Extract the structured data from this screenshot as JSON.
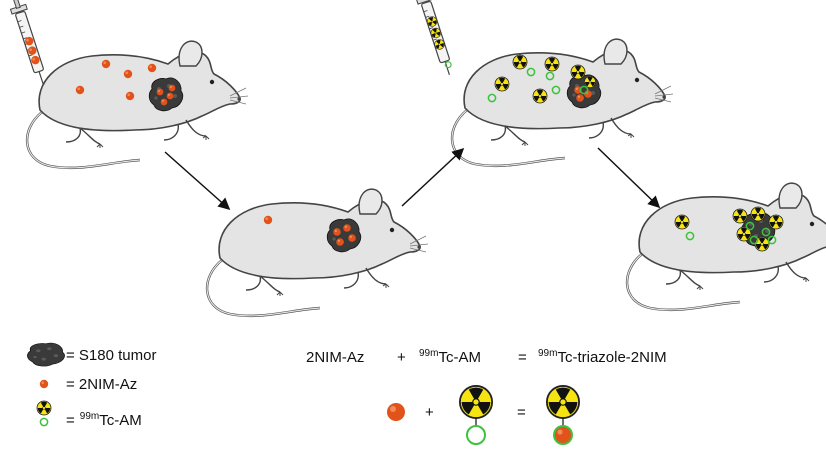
{
  "legend": {
    "tumor": "= S180 tumor",
    "probe": "= 2NIM-Az",
    "tracer_prefix": "=",
    "tracer_sup": "99m",
    "tracer_suffix": "Tc-AM"
  },
  "reaction": {
    "reactant1": "2NIM-Az",
    "plus": "+",
    "reactant2_sup": "99m",
    "reactant2": "Tc-AM",
    "equals": "=",
    "product_sup": "99m",
    "product": "Tc-triazole-2NIM"
  },
  "icon_row": {
    "plus": "+",
    "equals": "="
  },
  "colors": {
    "mouse_fill": "#e4e4e4",
    "mouse_stroke": "#444444",
    "probe": "#e2531b",
    "tumor": "#3a3a3a",
    "tracer_ring": "#3ec23e",
    "trefoil_bg": "#f5e412"
  }
}
